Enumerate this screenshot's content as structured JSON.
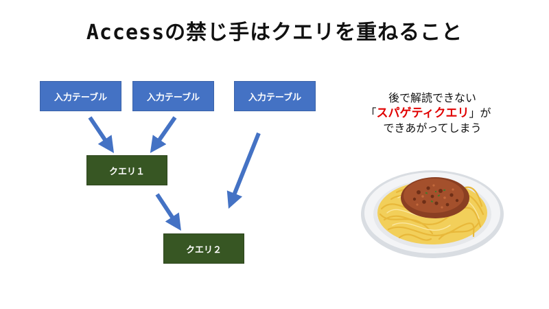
{
  "title": "Accessの禁じ手はクエリを重ねること",
  "diagram": {
    "tables": [
      {
        "label": "入力テーブル"
      },
      {
        "label": "入力テーブル"
      },
      {
        "label": "入力テーブル"
      }
    ],
    "queries": [
      {
        "label": "クエリ１"
      },
      {
        "label": "クエリ２"
      }
    ],
    "colors": {
      "table_box": "#4472c4",
      "query_box": "#375623",
      "arrow": "#4472c4"
    }
  },
  "note": {
    "line1": "後で解読できない",
    "bracket_open": "「",
    "highlight": "スパゲティクエリ",
    "bracket_close": "」が",
    "line3": "できあがってしまう",
    "highlight_color": "#e00000"
  },
  "illustration": {
    "icon": "spaghetti-plate-icon"
  }
}
